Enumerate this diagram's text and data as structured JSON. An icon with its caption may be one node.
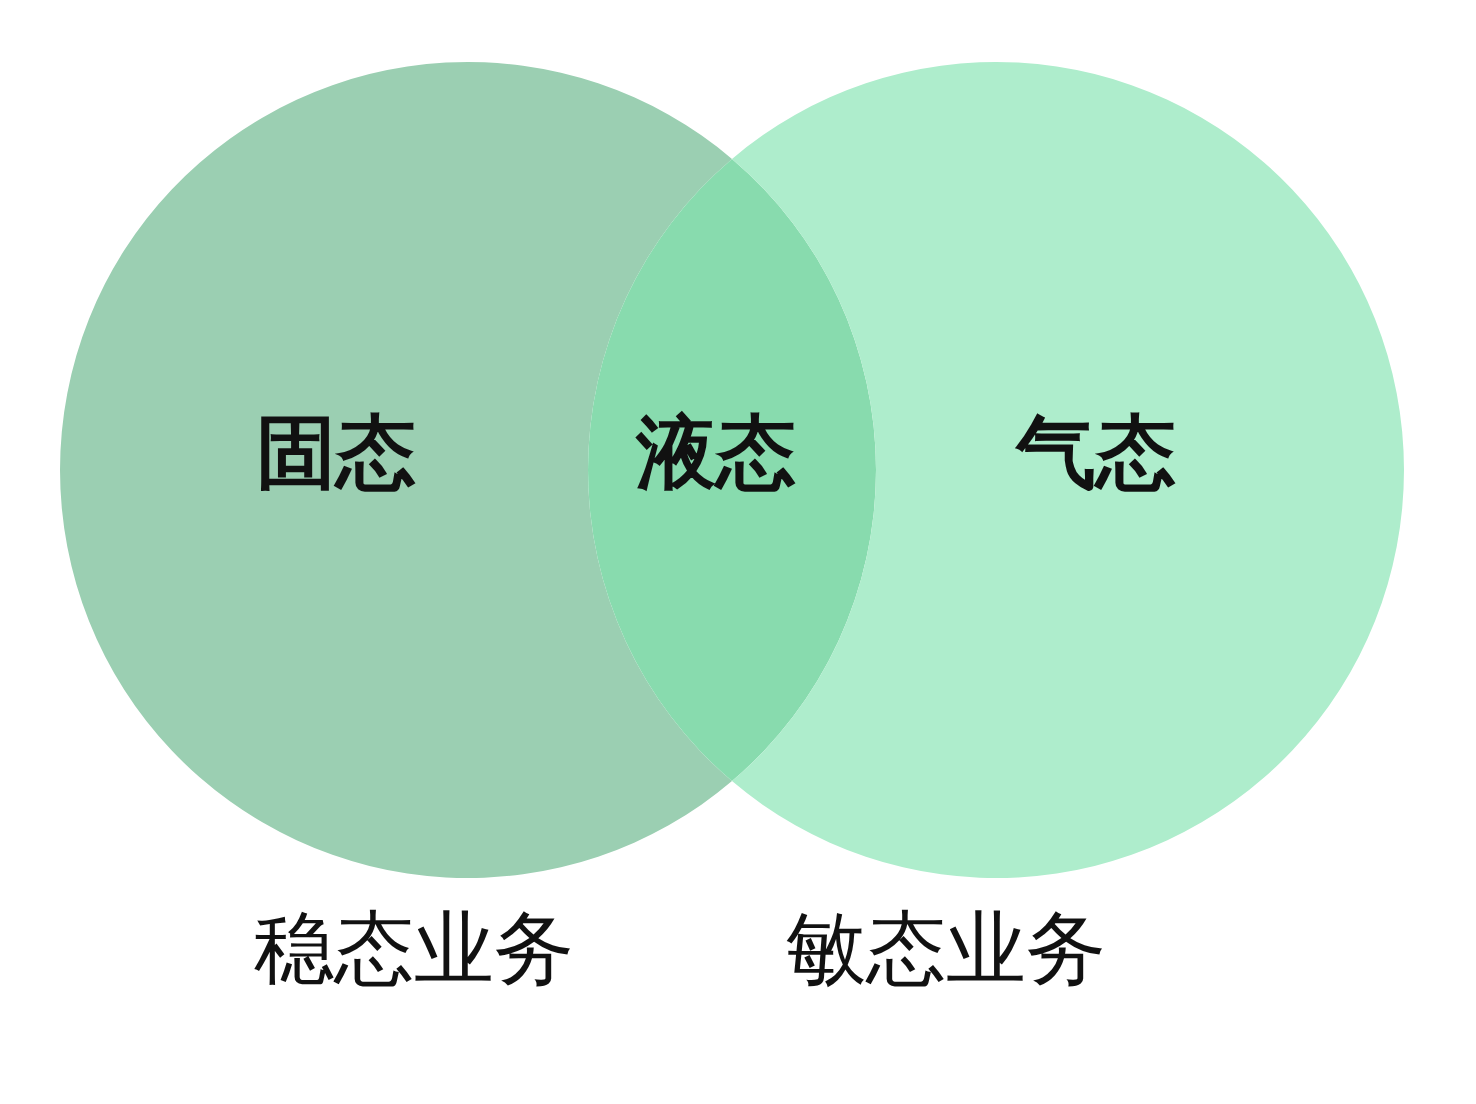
{
  "diagram": {
    "nodes": [
      {
        "text": [
          "固态"
        ],
        "beside": [
          "稳态业务"
        ]
      },
      {
        "text": [
          "液态"
        ]
      },
      {
        "text": [
          "气态"
        ],
        "beside": [
          "敏态业务"
        ]
      }
    ]
  }
}
